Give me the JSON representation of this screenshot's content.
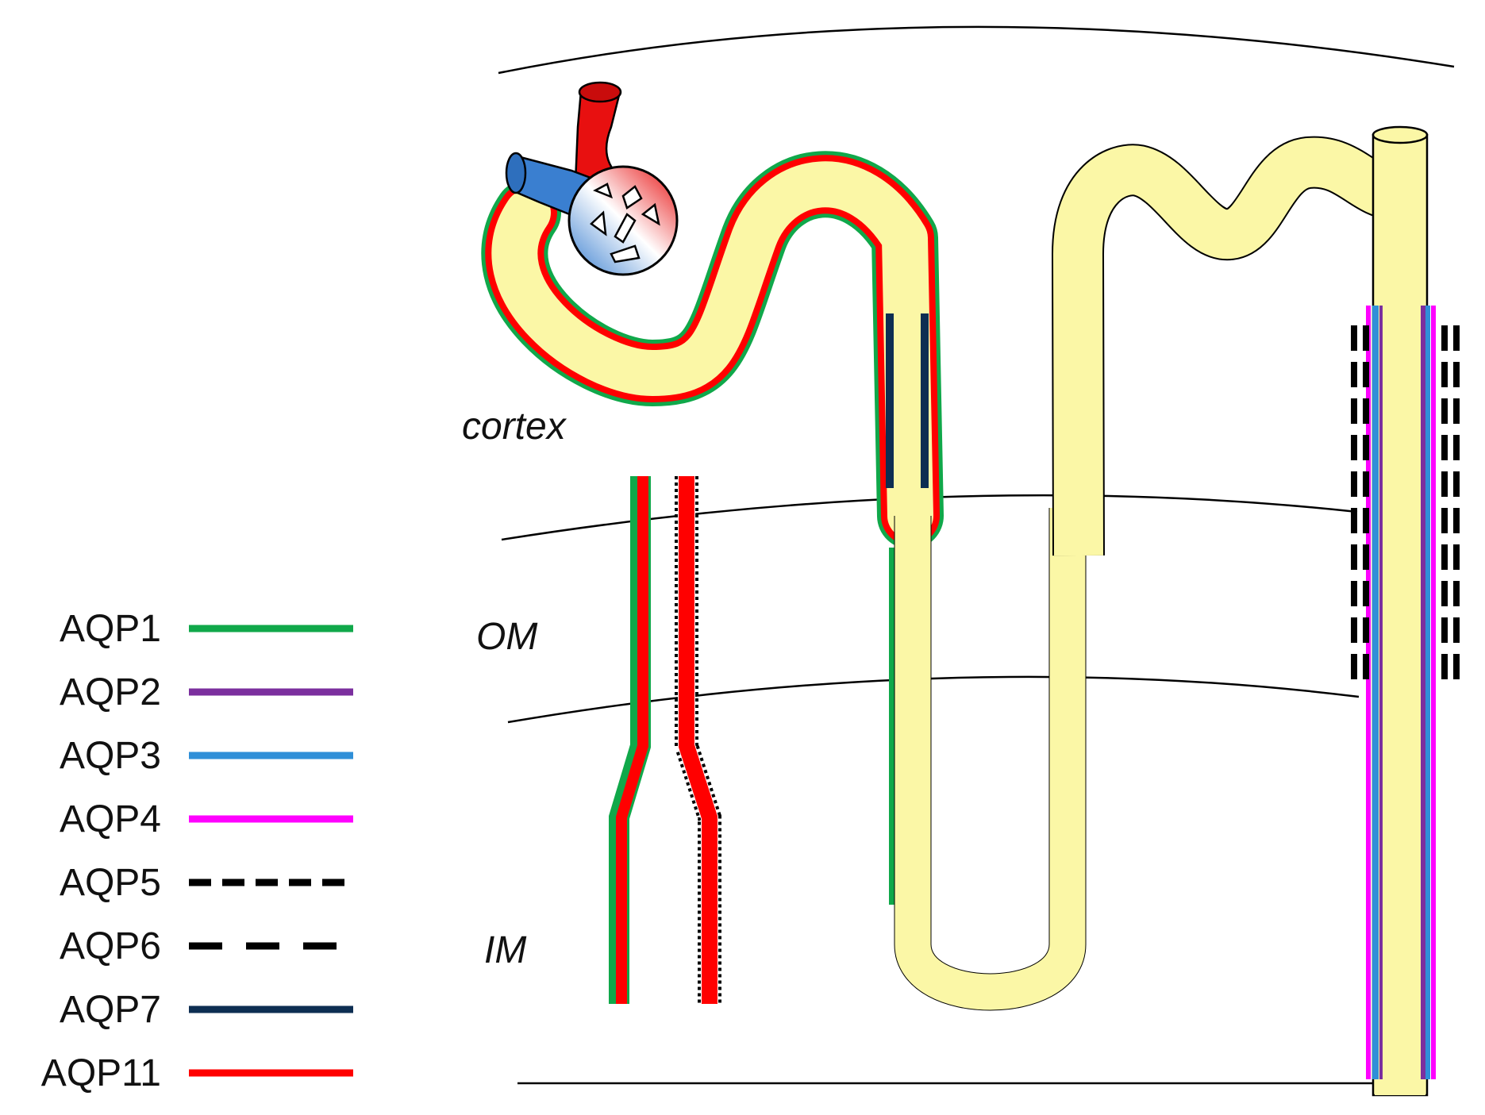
{
  "zones": {
    "cortex": "cortex",
    "outer_medulla": "OM",
    "inner_medulla": "IM"
  },
  "legend": [
    {
      "label": "AQP1",
      "color": "#10a84a",
      "style": "solid"
    },
    {
      "label": "AQP2",
      "color": "#7b2f9e",
      "style": "solid"
    },
    {
      "label": "AQP3",
      "color": "#2f8fd8",
      "style": "solid"
    },
    {
      "label": "AQP4",
      "color": "#ff00ff",
      "style": "solid"
    },
    {
      "label": "AQP5",
      "color": "#000000",
      "style": "short-dash"
    },
    {
      "label": "AQP6",
      "color": "#000000",
      "style": "long-dash"
    },
    {
      "label": "AQP7",
      "color": "#0d2e52",
      "style": "solid"
    },
    {
      "label": "AQP11",
      "color": "#ff0000",
      "style": "solid"
    }
  ],
  "colors": {
    "tubule_fill": "#fbf7a6",
    "artery": "#e81010",
    "vein": "#3a7fd0"
  }
}
